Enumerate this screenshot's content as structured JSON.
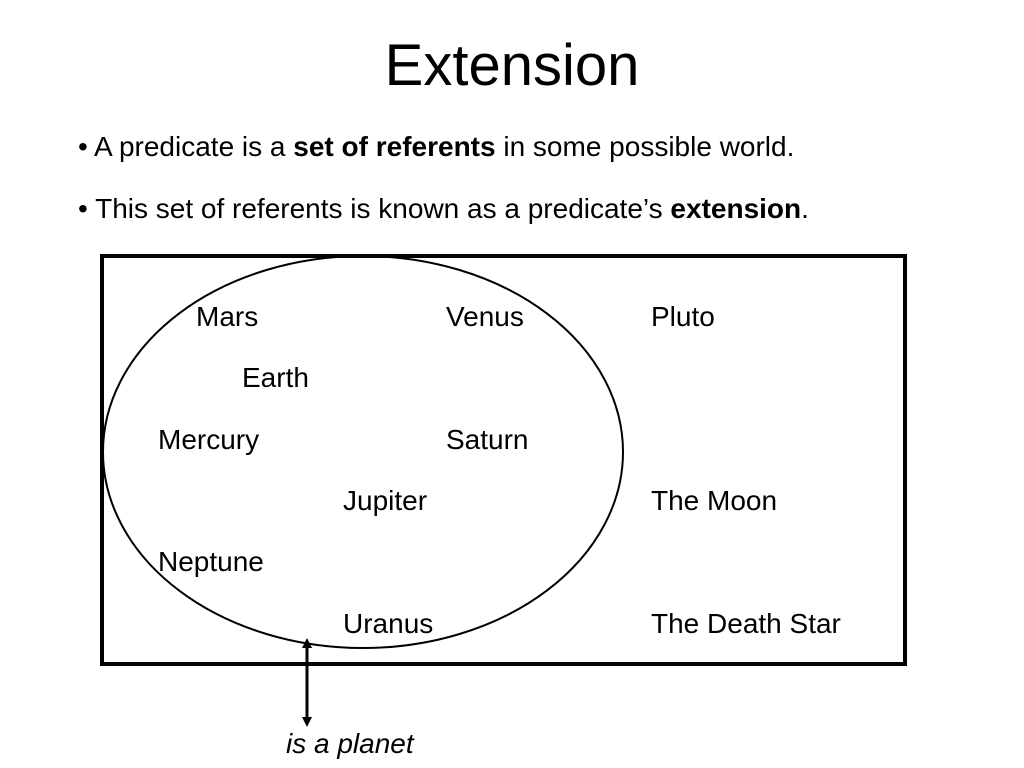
{
  "slide": {
    "title": "Extension"
  },
  "bullets": [
    {
      "marker": "•",
      "before": "A predicate is a",
      "emphasis": "set of referents",
      "after": "in some possible world."
    },
    {
      "marker": "•",
      "before": "This set of referents is known as a predicate’s",
      "emphasis": "extension",
      "after": "."
    }
  ],
  "diagram": {
    "inside_set": [
      "Mars",
      "Venus",
      "Earth",
      "Mercury",
      "Saturn",
      "Jupiter",
      "Neptune",
      "Uranus"
    ],
    "outside_set": [
      "Pluto",
      "The Moon",
      "The Death Star"
    ],
    "set_label": "is a planet"
  }
}
